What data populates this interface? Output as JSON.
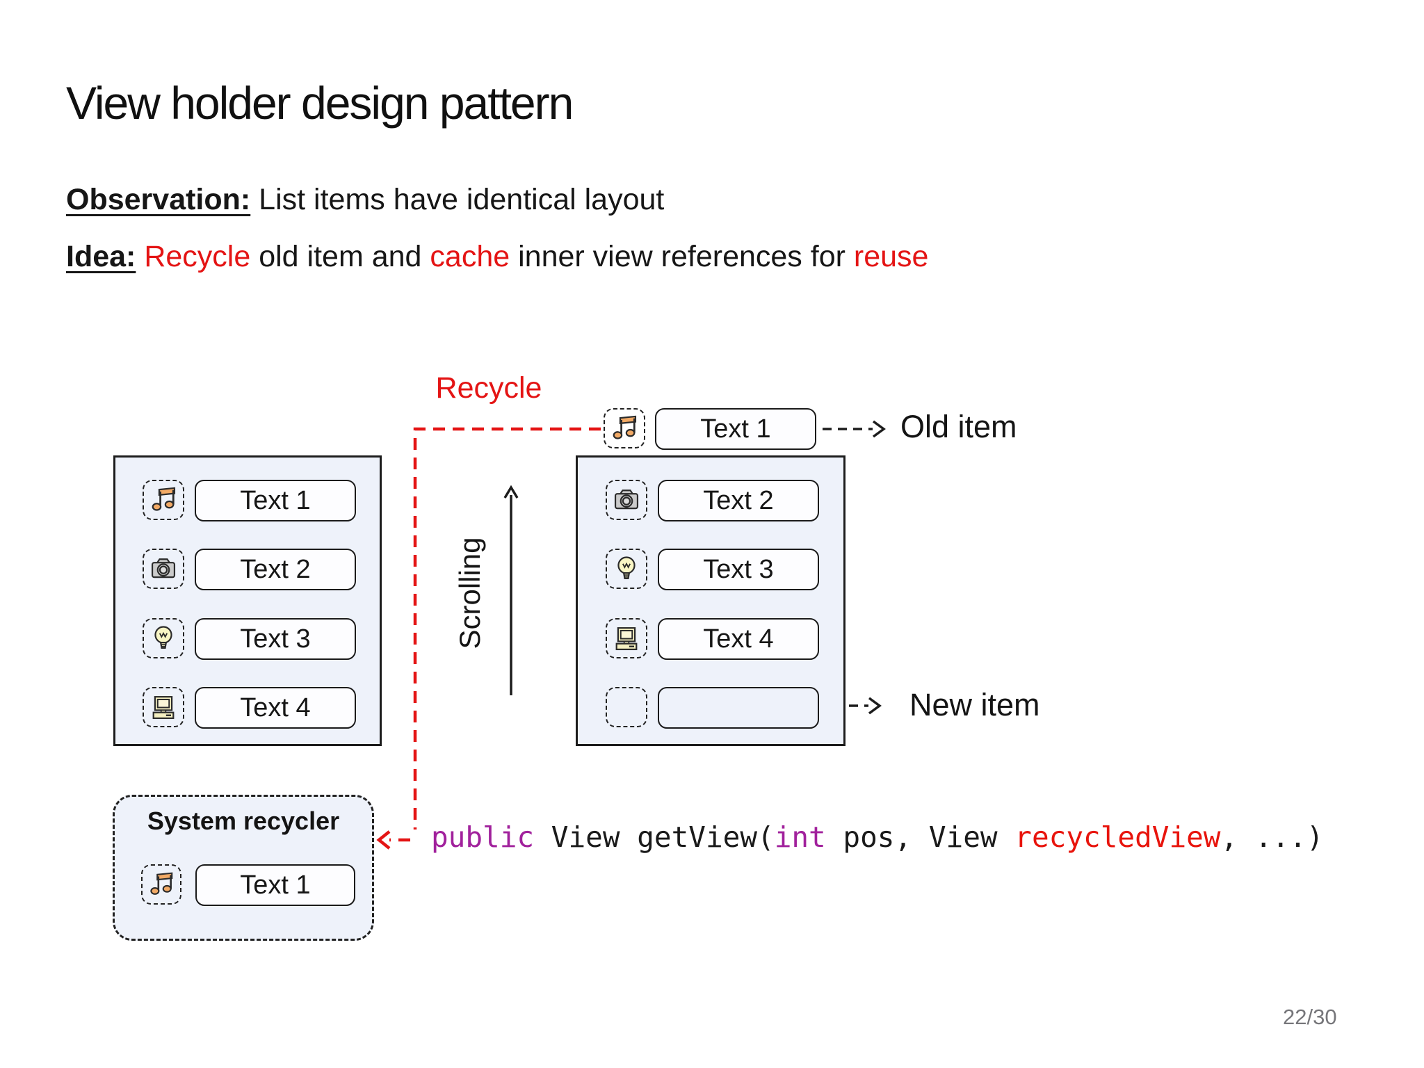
{
  "slide": {
    "title": "View holder design pattern",
    "page_number": "22/30"
  },
  "observation": {
    "label": "Observation:",
    "text": " List items have identical layout"
  },
  "idea": {
    "label": "Idea:",
    "segments": [
      {
        "text": " Recycle",
        "style": "red"
      },
      {
        "text": " old item and ",
        "style": "plain"
      },
      {
        "text": "cache",
        "style": "red"
      },
      {
        "text": " inner view references for ",
        "style": "plain"
      },
      {
        "text": "reuse",
        "style": "red"
      }
    ]
  },
  "diagram": {
    "recycle_label": "Recycle",
    "scrolling_label": "Scrolling",
    "old_item_label": "Old item",
    "new_item_label": "New item",
    "old_item": {
      "icon": "music-note-icon",
      "text": "Text 1"
    },
    "left_list": {
      "items": [
        {
          "icon": "music-note-icon",
          "text": "Text 1"
        },
        {
          "icon": "camera-icon",
          "text": "Text 2"
        },
        {
          "icon": "lightbulb-icon",
          "text": "Text 3"
        },
        {
          "icon": "computer-icon",
          "text": "Text 4"
        }
      ]
    },
    "right_list": {
      "items": [
        {
          "icon": "camera-icon",
          "text": "Text 2"
        },
        {
          "icon": "lightbulb-icon",
          "text": "Text 3"
        },
        {
          "icon": "computer-icon",
          "text": "Text 4"
        },
        {
          "icon": "",
          "text": ""
        }
      ]
    },
    "system_recycler": {
      "title": "System recycler",
      "item": {
        "icon": "music-note-icon",
        "text": "Text 1"
      }
    }
  },
  "code": {
    "tokens": [
      {
        "text": "public",
        "style": "keyword"
      },
      {
        "text": " View getView(",
        "style": "plain"
      },
      {
        "text": "int",
        "style": "keyword"
      },
      {
        "text": " pos, View ",
        "style": "plain"
      },
      {
        "text": "recycledView",
        "style": "accent"
      },
      {
        "text": ", ...)",
        "style": "plain"
      }
    ]
  },
  "colors": {
    "accent_red": "#e41414",
    "code_keyword_purple": "#a1219c",
    "code_accent_red": "#e8140c",
    "panel_background": "#eef2fa",
    "border_dark": "#1c1c1c",
    "page_number_gray": "#76767a",
    "icon_orange": "#f2aa66",
    "icon_gray": "#cbcbcb",
    "icon_yellow": "#f9f6c5"
  }
}
